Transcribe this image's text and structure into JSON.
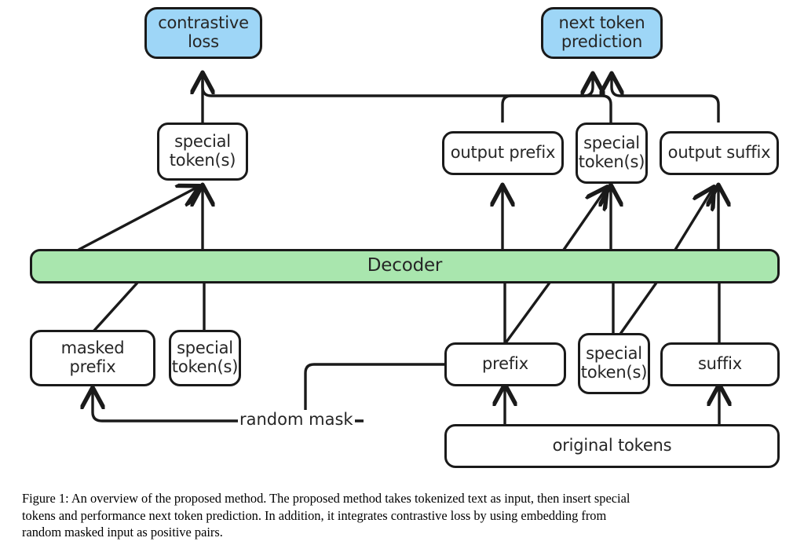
{
  "figure": {
    "nodes": {
      "contrastive_loss": "contrastive loss",
      "next_token_prediction": "next token prediction",
      "special_tokens_out_left": "special token(s)",
      "output_prefix": "output prefix",
      "special_tokens_out_mid": "special token(s)",
      "output_suffix": "output suffix",
      "decoder": "Decoder",
      "masked_prefix": "masked prefix",
      "special_tokens_in_left": "special token(s)",
      "prefix": "prefix",
      "special_tokens_in_mid": "special token(s)",
      "suffix": "suffix",
      "original_tokens": "original tokens",
      "random_mask": "random mask"
    },
    "colors": {
      "loss_box_fill": "#9ed6f7",
      "decoder_fill": "#a9e6ae",
      "box_fill": "#ffffff",
      "stroke": "#1a1a1a",
      "text": "#262626"
    }
  },
  "caption": {
    "line1": "Figure 1: An overview of the proposed method. The proposed method takes tokenized text as input, then insert special",
    "line2": "tokens and performance next token prediction.  In addition, it integrates contrastive loss by using embedding from",
    "line3": "random masked input as positive pairs."
  }
}
